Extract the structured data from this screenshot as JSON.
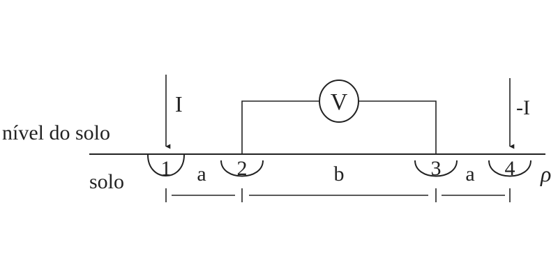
{
  "labels": {
    "ground_level": "nível do solo",
    "soil": "solo",
    "current_in": "I",
    "current_out": "-I",
    "voltmeter": "V",
    "resistivity": "ρ"
  },
  "electrodes": [
    {
      "label": "1"
    },
    {
      "label": "2"
    },
    {
      "label": "3"
    },
    {
      "label": "4"
    }
  ],
  "spacings": [
    {
      "label": "a"
    },
    {
      "label": "b"
    },
    {
      "label": "a"
    }
  ]
}
